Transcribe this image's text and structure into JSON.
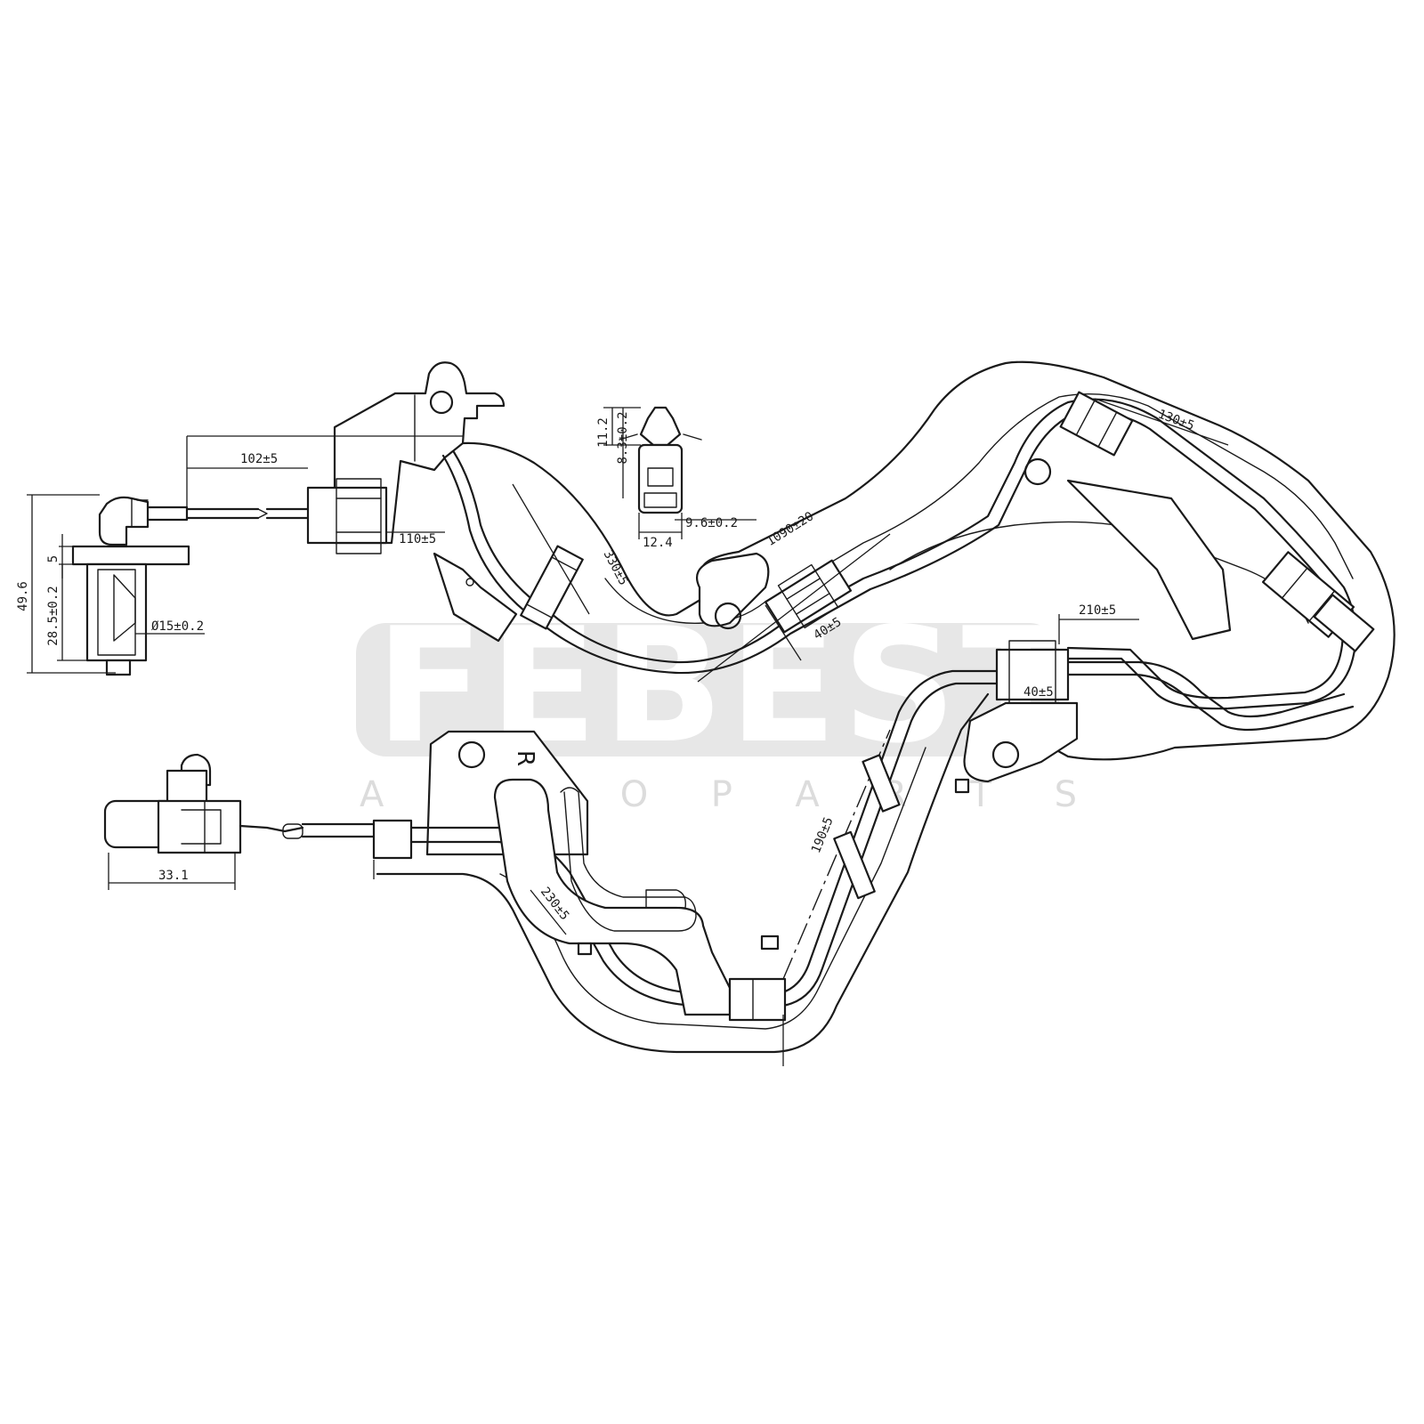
{
  "watermark": {
    "brand": "FEBEST",
    "tagline": "A U T O   P A R T S"
  },
  "part_marks": {
    "side": "R"
  },
  "dimensions": {
    "cable_top_left": "102±5",
    "clip_top": "110±5",
    "cable_main": "1090±20",
    "bend_left": "330±5",
    "grommet_mid": "40±5",
    "top_right": "130±5",
    "right_long": "210±5",
    "grommet_right": "40±5",
    "down_mid": "190±5",
    "lower_left": "230±5",
    "connector_width": "33.1",
    "sensor_height": "49.6",
    "sensor_body": "28.5±0.2",
    "sensor_flange": "5",
    "sensor_dia": "Ø15±0.2",
    "conn_h1": "11.2",
    "conn_h2": "8.3±0.2",
    "conn_w1": "9.6±0.2",
    "conn_w2": "12.4"
  }
}
